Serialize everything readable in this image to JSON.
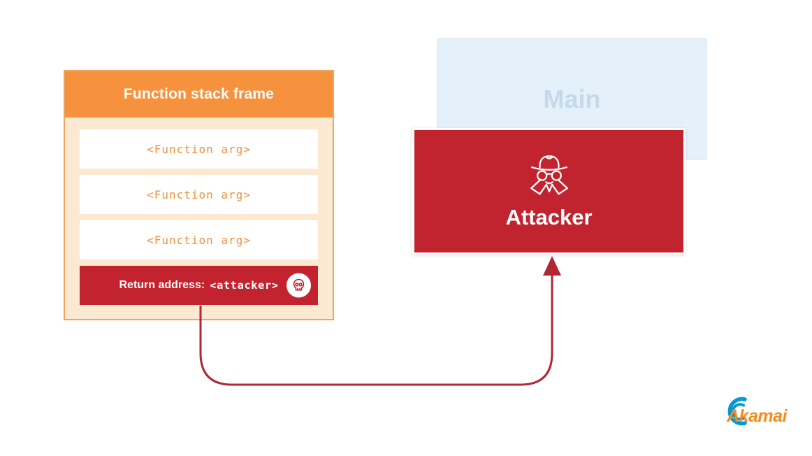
{
  "stack_frame": {
    "title": "Function stack frame",
    "args": [
      "<Function arg>",
      "<Function arg>",
      "<Function arg>"
    ],
    "return_label": "Return address:",
    "return_value": "<attacker>",
    "colors": {
      "header_orange": "#F6923E",
      "body_peach": "#FCE9D2",
      "border_tan": "#F0A55C",
      "arg_text_orange": "#F0913C",
      "return_red": "#C2232E"
    }
  },
  "main_box": {
    "label": "Main",
    "colors": {
      "fill": "#E4F0FA",
      "border": "#C8DCEC",
      "text": "#C5D9EA"
    }
  },
  "attacker_box": {
    "label": "Attacker",
    "colors": {
      "fill": "#C2242F",
      "text": "#FFFFFF"
    }
  },
  "arrow": {
    "color": "#B22734"
  },
  "logo": {
    "text": "Akamai",
    "colors": {
      "text_orange": "#F68B1E",
      "swoosh_blue": "#0099DC"
    }
  },
  "icons": {
    "return_row": "skull-icon",
    "attacker": "spy-icon"
  }
}
